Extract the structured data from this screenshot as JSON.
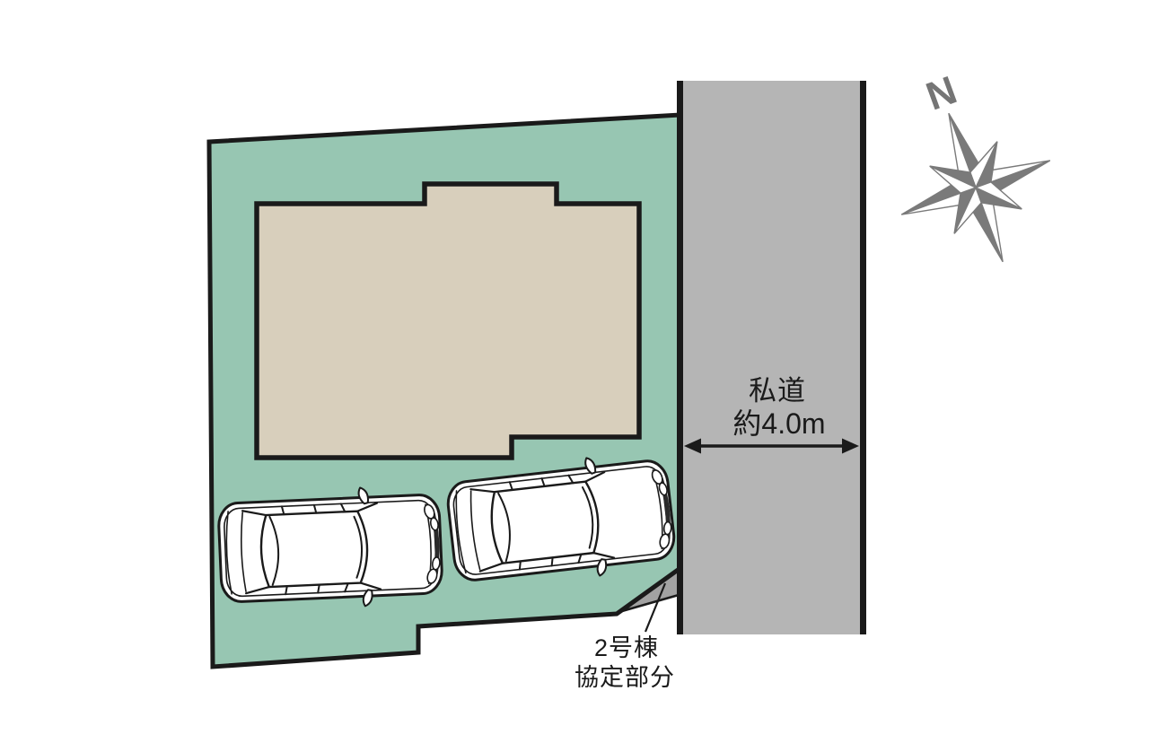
{
  "road": {
    "label_line1": "私道",
    "label_line2": "約4.0m"
  },
  "annotation": {
    "line1": "2号棟",
    "line2": "協定部分"
  },
  "compass": {
    "north_label": "N"
  },
  "colors": {
    "lot_green": "#97c6b2",
    "building_beige": "#d8cfbc",
    "road_gray": "#b5b5b5",
    "wedge_gray": "#a2a2a2",
    "outline_black": "#1a1a1a",
    "compass_gray": "#7a7a7a"
  }
}
